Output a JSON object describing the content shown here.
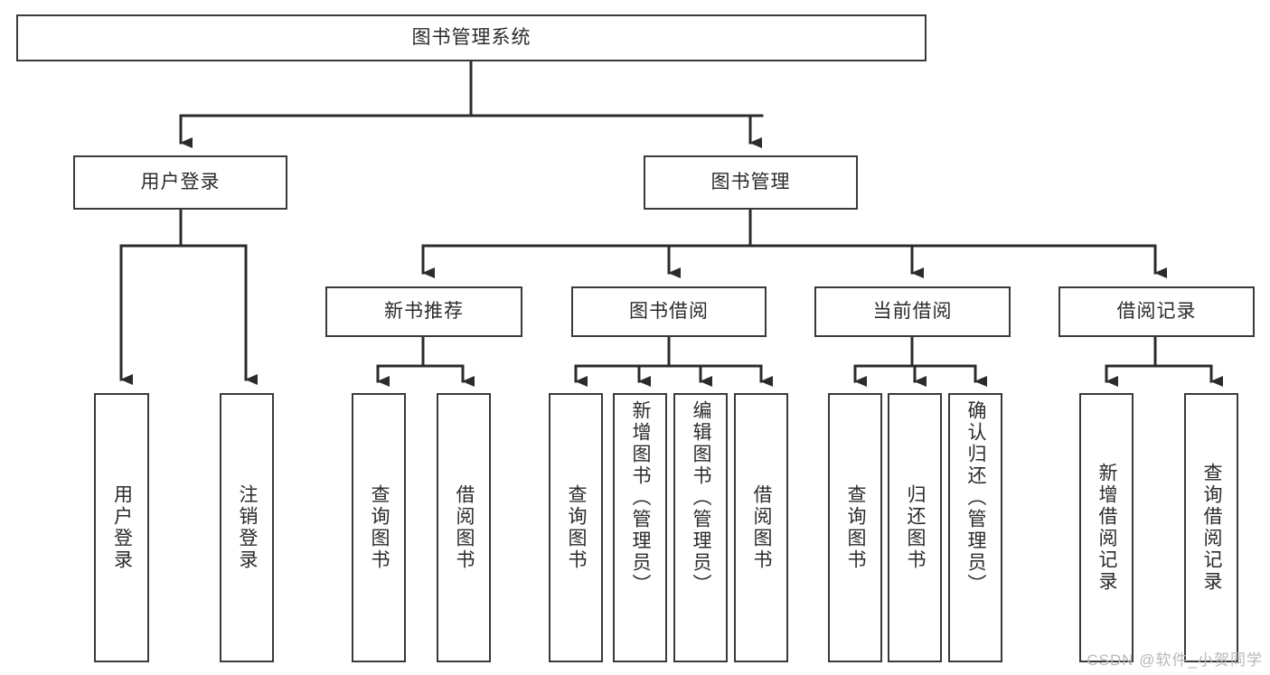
{
  "diagram": {
    "title": "图书管理系统",
    "type": "tree-diagram",
    "colors": {
      "box_border": "#3a3a3a",
      "box_fill": "#ffffff",
      "edge": "#2b2b2b",
      "text": "#2b2b2b",
      "watermark": "#b8b8b8"
    },
    "nodes": {
      "root": {
        "label": "图书管理系统"
      },
      "level1": [
        {
          "id": "user-login",
          "label": "用户登录"
        },
        {
          "id": "book-management",
          "label": "图书管理"
        }
      ],
      "level2": [
        {
          "id": "new-book-recommend",
          "label": "新书推荐"
        },
        {
          "id": "book-borrow",
          "label": "图书借阅"
        },
        {
          "id": "current-borrow",
          "label": "当前借阅"
        },
        {
          "id": "borrow-record",
          "label": "借阅记录"
        }
      ],
      "leaves": {
        "user-login": [
          {
            "id": "leaf-user-login",
            "label": "用户登录"
          },
          {
            "id": "leaf-logout-login",
            "label": "注销登录"
          }
        ],
        "new-book-recommend": [
          {
            "id": "leaf-query-book-1",
            "label": "查询图书"
          },
          {
            "id": "leaf-borrow-book-1",
            "label": "借阅图书"
          }
        ],
        "book-borrow": [
          {
            "id": "leaf-query-book-2",
            "label": "查询图书"
          },
          {
            "id": "leaf-add-book",
            "label": "新增图书（管理员）"
          },
          {
            "id": "leaf-edit-book",
            "label": "编辑图书（管理员）"
          },
          {
            "id": "leaf-borrow-book-2",
            "label": "借阅图书"
          }
        ],
        "current-borrow": [
          {
            "id": "leaf-query-book-3",
            "label": "查询图书"
          },
          {
            "id": "leaf-return-book",
            "label": "归还图书"
          },
          {
            "id": "leaf-confirm-return",
            "label": "确认归还（管理员）"
          }
        ],
        "borrow-record": [
          {
            "id": "leaf-add-record",
            "label": "新增借阅记录"
          },
          {
            "id": "leaf-query-record",
            "label": "查询借阅记录"
          }
        ]
      }
    }
  },
  "watermark": {
    "text": "CSDN @软件_小贺同学"
  }
}
